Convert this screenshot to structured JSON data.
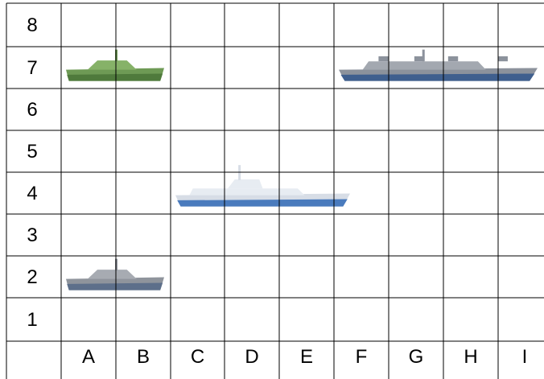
{
  "board": {
    "row_labels": [
      "8",
      "7",
      "6",
      "5",
      "4",
      "3",
      "2",
      "1"
    ],
    "col_labels": [
      "A",
      "B",
      "C",
      "D",
      "E",
      "F",
      "G",
      "H",
      "I"
    ]
  },
  "ships": [
    {
      "name": "green-patrol-boat",
      "kind": "patrol",
      "row": "7",
      "cols": [
        "A",
        "B"
      ],
      "hull": "#6e9a55",
      "deck": "#86b268",
      "waterline": "#4f7a3c"
    },
    {
      "name": "grey-frigate",
      "kind": "frigate",
      "row": "7",
      "cols": [
        "F",
        "G",
        "H",
        "I"
      ],
      "hull": "#8c929c",
      "deck": "#a3a8b0",
      "waterline": "#3f5f8e"
    },
    {
      "name": "white-destroyer",
      "kind": "destroyer",
      "row": "4",
      "cols": [
        "C",
        "D",
        "E"
      ],
      "hull": "#d7dde6",
      "deck": "#e7ecf2",
      "waterline": "#4a7bbd"
    },
    {
      "name": "grey-patrol-boat",
      "kind": "patrol",
      "row": "2",
      "cols": [
        "A",
        "B"
      ],
      "hull": "#8f949c",
      "deck": "#a7abb2",
      "waterline": "#5d6f8a"
    }
  ],
  "colors": {
    "grid_line": "#000000",
    "background": "#ffffff"
  }
}
